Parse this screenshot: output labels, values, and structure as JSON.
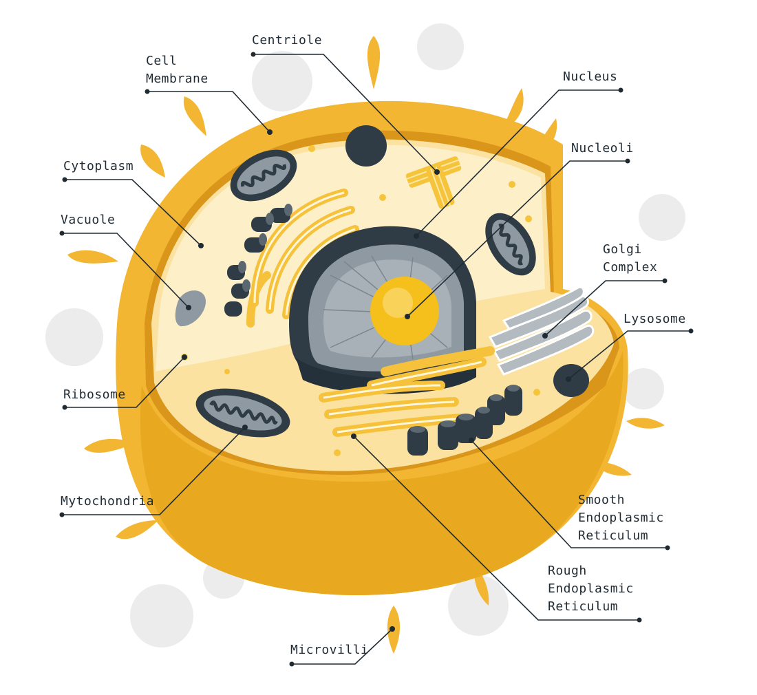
{
  "colors": {
    "membrane_outer": "#f2b632",
    "membrane_dark": "#d99a12",
    "cytoplasm": "#fbe2a0",
    "cytoplasm_light": "#fdefc7",
    "organelle_dark": "#2f3c45",
    "organelle_grey": "#8f99a1",
    "golgi": "#f6c23b",
    "nucleolus": "#f5bf1c",
    "background_cells": "#ececec",
    "leader_line": "#1f2a33"
  },
  "labels": {
    "centriole": [
      "Centriole"
    ],
    "cell_membrane": [
      "Cell",
      "Membrane"
    ],
    "nucleus": [
      "Nucleus"
    ],
    "nucleoli": [
      "Nucleoli"
    ],
    "cytoplasm": [
      "Cytoplasm"
    ],
    "vacuole": [
      "Vacuole"
    ],
    "golgi": [
      "Golgi",
      "Complex"
    ],
    "lysosome": [
      "Lysosome"
    ],
    "ribosome": [
      "Ribosome"
    ],
    "mitochondria": [
      "Mytochondria"
    ],
    "smooth_er": [
      "Smooth",
      "Endoplasmic",
      "Reticulum"
    ],
    "rough_er": [
      "Rough",
      "Endoplasmic",
      "Reticulum"
    ],
    "microvilli": [
      "Microvilli"
    ]
  },
  "icons": {
    "cell": "cell-icon",
    "nucleus": "nucleus-icon",
    "mitochondria": "mitochondria-icon",
    "centriole": "centriole-icon"
  }
}
